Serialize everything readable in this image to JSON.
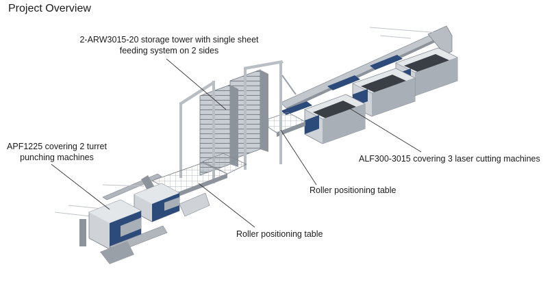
{
  "title": "Project Overview",
  "callouts": {
    "storage_tower": [
      "2-ARW3015-20 storage tower with single sheet",
      "feeding system on 2 sides"
    ],
    "apf": [
      "APF1225 covering 2 turret",
      "punching machines"
    ],
    "alf": "ALF300-3015 covering 3 laser cutting machines",
    "roller_table_right": "Roller positioning table",
    "roller_table_bottom": "Roller positioning table"
  },
  "colors": {
    "machine_blue": "#2c4a7a",
    "frame_gray": "#a7adb5",
    "dark_gray": "#5e646c",
    "leader": "#333333"
  }
}
